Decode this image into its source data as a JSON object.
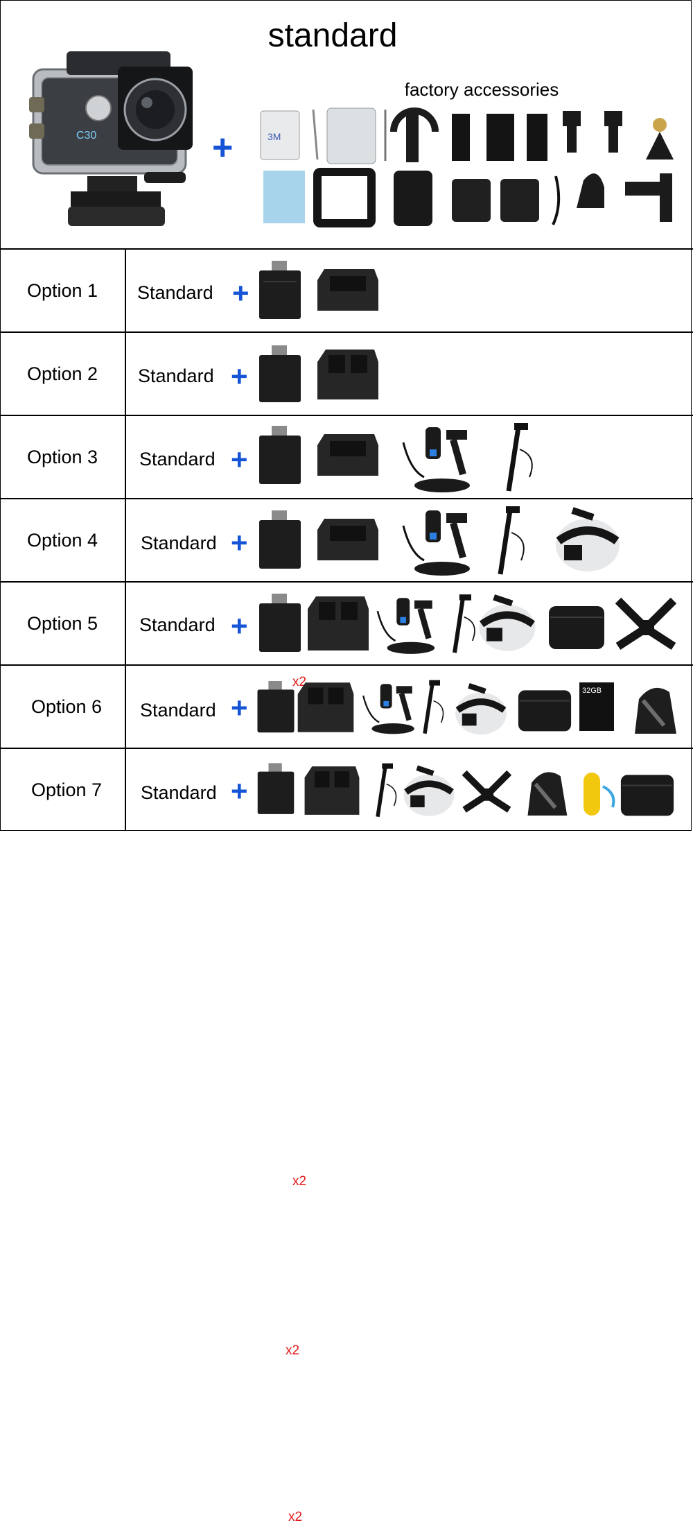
{
  "header": {
    "title": "standard",
    "subtitle": "factory accessories",
    "plus": "+",
    "camera_label": "C30"
  },
  "standard_label": "Standard",
  "plus_symbol": "+",
  "qty_mark": "x2",
  "colors": {
    "plus": "#1554d6",
    "qty": "#e01818",
    "border": "#000000"
  },
  "options": [
    {
      "label": "Option 1",
      "items": [
        "battery-icon",
        "single-charger-icon"
      ]
    },
    {
      "label": "Option 2",
      "items": [
        "battery-x2-icon",
        "dual-charger-icon"
      ]
    },
    {
      "label": "Option 3",
      "items": [
        "battery-icon",
        "single-charger-icon",
        "car-suction-mount-icon",
        "selfie-stick-icon"
      ]
    },
    {
      "label": "Option 4",
      "items": [
        "battery-icon",
        "single-charger-icon",
        "car-suction-mount-icon",
        "selfie-stick-icon",
        "head-strap-icon"
      ]
    },
    {
      "label": "Option 5",
      "items": [
        "battery-x2-icon",
        "dual-charger-icon",
        "car-suction-mount-icon",
        "selfie-stick-icon",
        "head-strap-icon",
        "carry-case-icon",
        "chest-harness-icon"
      ]
    },
    {
      "label": "Option 6",
      "items": [
        "battery-x2-icon",
        "dual-charger-icon",
        "car-suction-mount-icon",
        "selfie-stick-icon",
        "head-strap-icon",
        "carry-case-icon",
        "memory-card-icon",
        "shoulder-strap-icon"
      ],
      "memory_card_text": "32GB"
    },
    {
      "label": "Option 7",
      "items": [
        "battery-x2-icon",
        "dual-charger-icon",
        "selfie-stick-icon",
        "head-strap-icon",
        "chest-harness-icon",
        "shoulder-strap-icon",
        "floating-grip-icon",
        "carry-case-icon"
      ]
    }
  ]
}
